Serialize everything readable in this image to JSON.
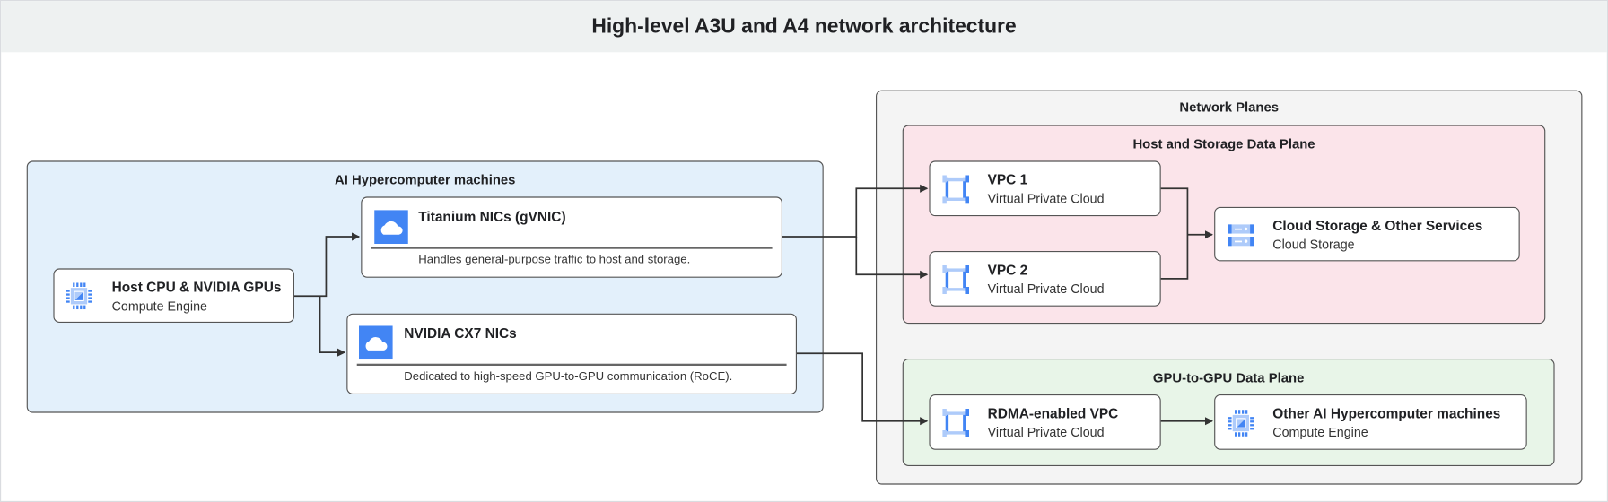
{
  "title": "High-level A3U and A4 network architecture",
  "colors": {
    "ai_group_bg": "#e3f0fb",
    "network_bg": "#f4f4f4",
    "host_storage_bg": "#fbe4ea",
    "gpu_plane_bg": "#e8f5e8",
    "icon_blue": "#4285f4"
  },
  "ai_group": {
    "label": "AI Hypercomputer machines",
    "host": {
      "title": "Host CPU & NVIDIA GPUs",
      "subtitle": "Compute Engine",
      "icon": "compute-engine-icon"
    },
    "titanium": {
      "title": "Titanium NICs (gVNIC)",
      "description": "Handles general-purpose traffic to host and storage.",
      "icon": "cloud-icon"
    },
    "cx7": {
      "title": "NVIDIA CX7 NICs",
      "description": "Dedicated to high-speed GPU-to-GPU communication (RoCE).",
      "icon": "cloud-icon"
    }
  },
  "network_planes": {
    "label": "Network Planes",
    "host_storage": {
      "label": "Host and Storage Data Plane",
      "vpc1": {
        "title": "VPC 1",
        "subtitle": "Virtual Private Cloud",
        "icon": "vpc-icon"
      },
      "vpc2": {
        "title": "VPC 2",
        "subtitle": "Virtual Private Cloud",
        "icon": "vpc-icon"
      },
      "storage": {
        "title": "Cloud Storage & Other Services",
        "subtitle": "Cloud Storage",
        "icon": "cloud-storage-icon"
      }
    },
    "gpu": {
      "label": "GPU-to-GPU Data Plane",
      "rdma": {
        "title": "RDMA-enabled VPC",
        "subtitle": "Virtual Private Cloud",
        "icon": "vpc-icon"
      },
      "other": {
        "title": "Other AI Hypercomputer machines",
        "subtitle": "Compute Engine",
        "icon": "compute-engine-icon"
      }
    }
  }
}
